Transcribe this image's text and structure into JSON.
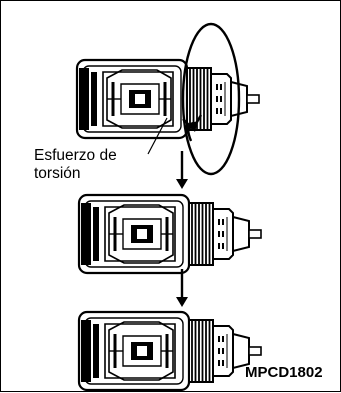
{
  "figure": {
    "torque_label_line1": "Esfuerzo de",
    "torque_label_line2": "torsión",
    "model_code": "MPCD1802"
  },
  "colors": {
    "line": "#000000",
    "background": "#ffffff"
  },
  "icons": [
    "drill-icon",
    "rotation-arrow-icon",
    "down-arrow-icon"
  ]
}
